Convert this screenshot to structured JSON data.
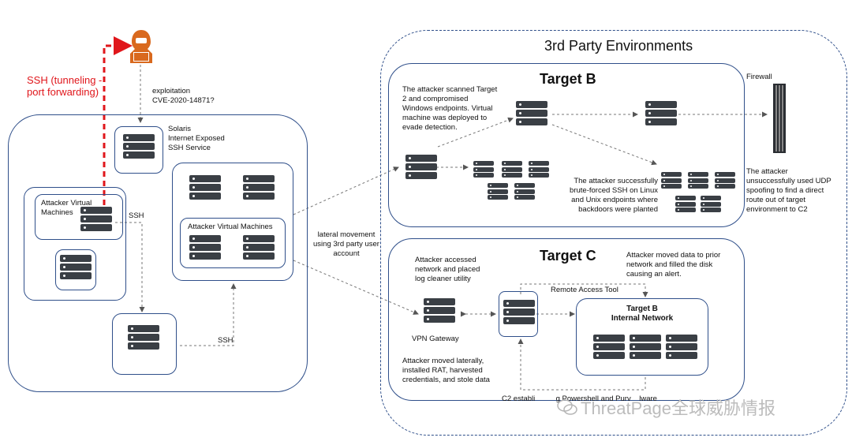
{
  "labels": {
    "ssh_tunnel": "SSH (tunneling -\nport forwarding)",
    "exploitation": "exploitation\nCVE-2020-14871?",
    "solaris": "Solaris\nInternet Exposed\nSSH Service",
    "attacker_vm_left": "Attacker Virtual\nMachines",
    "ssh_left": "SSH",
    "attacker_vm_right": "Attacker Virtual Machines",
    "ssh_bottom": "SSH",
    "lateral": "lateral movement\nusing 3rd party user\naccount",
    "third_party": "3rd Party Environments",
    "target_b": "Target B",
    "target_b_scan": "The attacker scanned Target\n2 and compromised\nWindows endpoints. Virtual\nmachine was deployed to\nevade detection.",
    "firewall": "Firewall",
    "brute": "The attacker successfully\nbrute-forced SSH on Linux\nand Unix endpoints where\nbackdoors were planted",
    "udp": "The attacker\nunsuccessfully used UDP\nspoofing to find a direct\nroute out of target\nenvironment to C2",
    "target_c": "Target C",
    "accessed": "Attacker accessed\nnetwork and placed\nlog cleaner utility",
    "moved_data": "Attacker moved data to prior\nnetwork and filled the disk\ncausing an alert.",
    "rat": "Remote Access Tool",
    "internal_net": "Target B\nInternal Network",
    "vpn": "VPN Gateway",
    "moved_laterally": "Attacker moved laterally,\ninstalled RAT, harvested\ncredentials, and stole data",
    "c2": "C2 establi          g Powershell and Purv    lware",
    "watermark": "ThreatPage全球威胁情报"
  },
  "icons": [
    "hacker-icon",
    "server-icon",
    "firewall-icon",
    "wechat-icon"
  ],
  "colors": {
    "border": "#2f4f8a",
    "accent_red": "#e0161b",
    "hacker": "#d9691e",
    "server": "#3a3f45"
  }
}
